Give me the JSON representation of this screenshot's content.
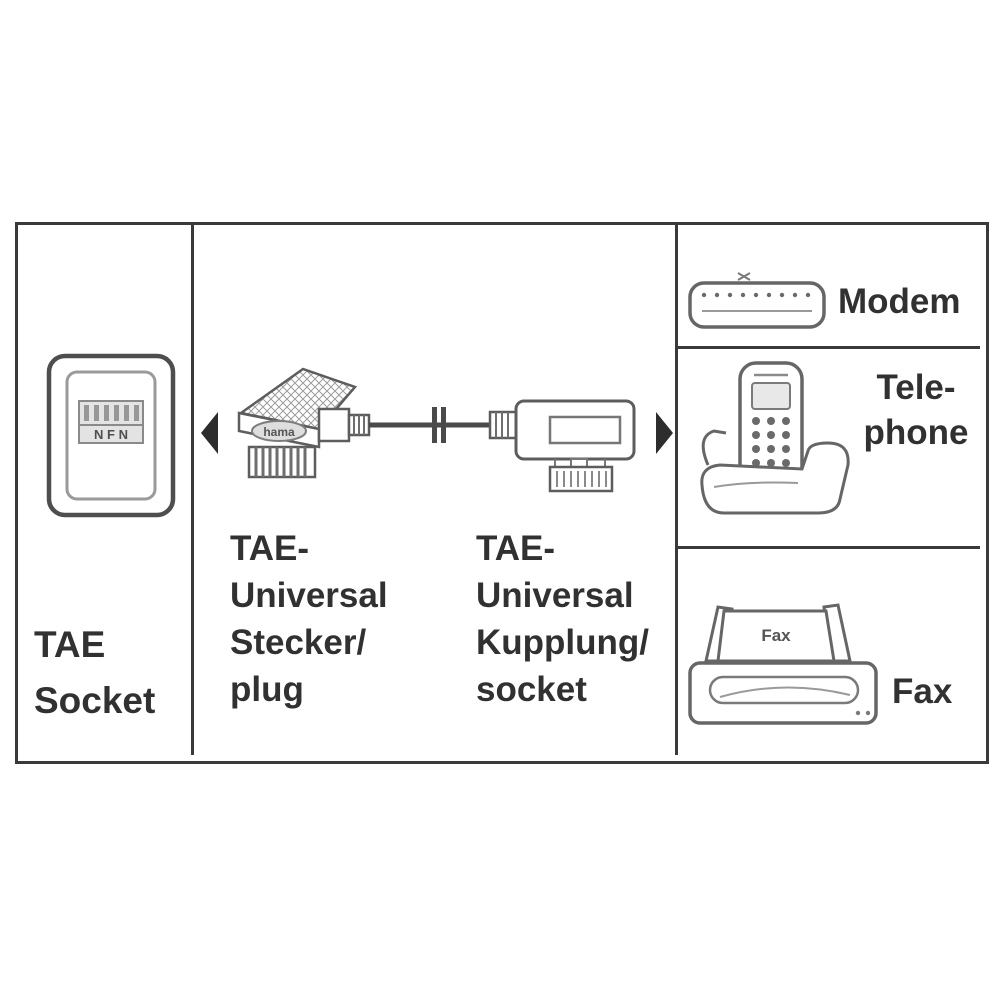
{
  "colors": {
    "frame_line": "#3a3a3a",
    "drawing_line": "#666666",
    "text": "#313131",
    "light_fill": "#e3e3e3"
  },
  "left_panel": {
    "icon": "tae-socket",
    "socket_letters": "N F N",
    "label_lines": [
      "TAE",
      "Socket"
    ]
  },
  "middle_panel": {
    "brand": "hama",
    "plug_label_lines": [
      "TAE-",
      "Universal",
      "Stecker/",
      "plug"
    ],
    "coupling_label_lines": [
      "TAE-",
      "Universal",
      "Kupplung/",
      "socket"
    ]
  },
  "right_panel": {
    "rows": [
      {
        "device": "modem",
        "label": "Modem"
      },
      {
        "device": "telephone",
        "label_lines": [
          "Tele-",
          "phone"
        ]
      },
      {
        "device": "fax",
        "label": "Fax",
        "device_text": "Fax"
      }
    ]
  }
}
